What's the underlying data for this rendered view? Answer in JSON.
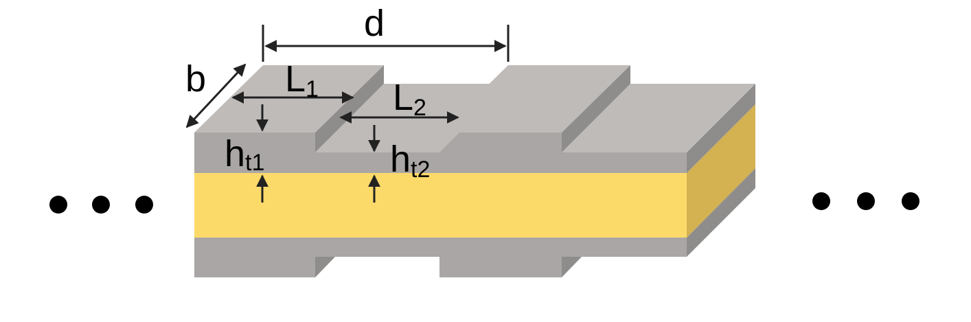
{
  "labels": {
    "period": "d",
    "width": "b",
    "length1": {
      "main": "L",
      "sub": "1"
    },
    "length2": {
      "main": "L",
      "sub": "2"
    },
    "height1": {
      "main": "h",
      "sub": "t1"
    },
    "height2": {
      "main": "h",
      "sub": "t2"
    }
  },
  "continuation": {
    "left": "dots",
    "right": "dots"
  },
  "colors": {
    "background": "#ffffff",
    "metal_top": "#bfbbb9",
    "metal_front": "#a9a6a5",
    "metal_side": "#8f8d8c",
    "core_front": "#fcda6a",
    "core_side": "#d4b252",
    "arrow": "#222222",
    "text": "#000000"
  }
}
